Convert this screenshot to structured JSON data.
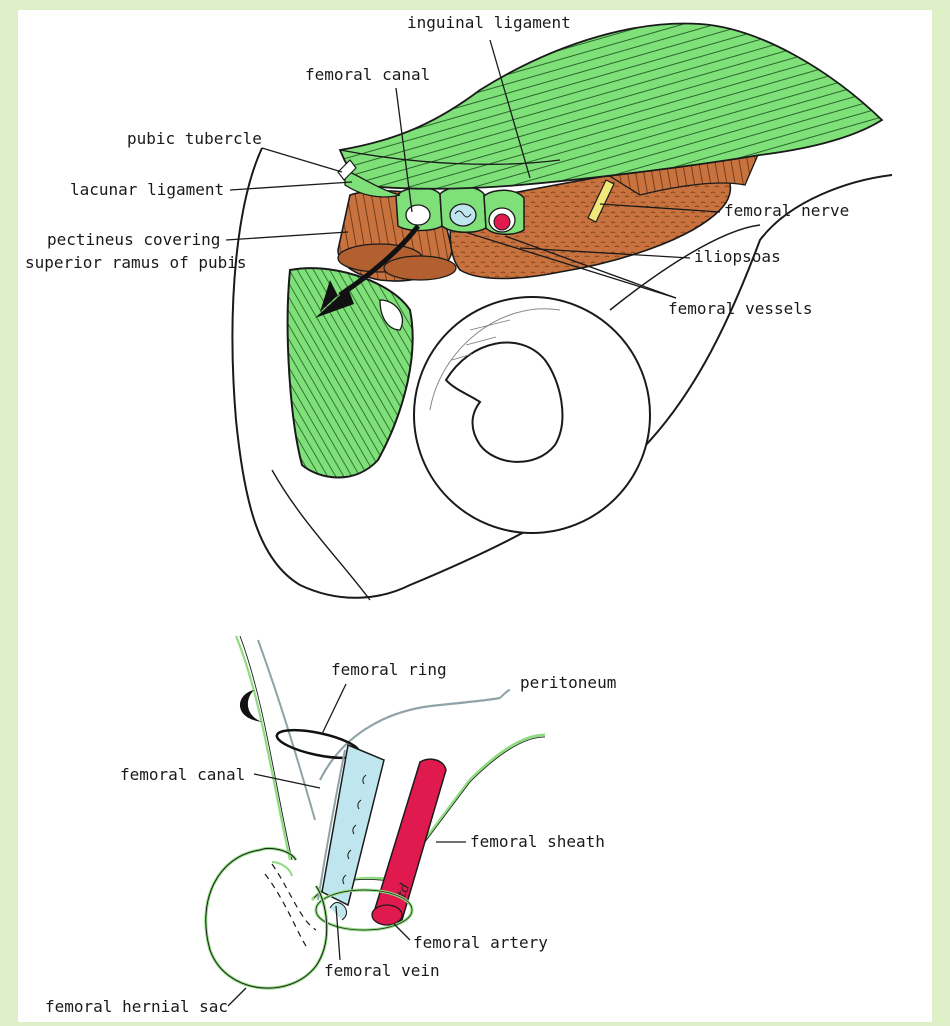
{
  "colors": {
    "page_border": "#dff0c8",
    "muscle_green": "#7fe07a",
    "bone_brown": "#c8733f",
    "vein_blue": "#bfe6ee",
    "artery_red": "#e01a4f",
    "nerve_yellow": "#f2e87a"
  },
  "top_figure": {
    "labels": {
      "inguinal_ligament": "inguinal ligament",
      "femoral_canal": "femoral canal",
      "pubic_tubercle": "pubic tubercle",
      "lacunar_ligament": "lacunar ligament",
      "pectineus_line1": "pectineus covering",
      "pectineus_line2": "superior ramus of pubis",
      "femoral_nerve": "femoral nerve",
      "iliopsoas": "iliopsoas",
      "femoral_vessels": "femoral vessels"
    }
  },
  "bottom_figure": {
    "labels": {
      "femoral_ring": "femoral ring",
      "peritoneum": "peritoneum",
      "femoral_canal": "femoral canal",
      "femoral_sheath": "femoral sheath",
      "femoral_artery": "femoral artery",
      "femoral_vein": "femoral vein",
      "femoral_hernial_sac": "femoral hernial sac"
    },
    "artist_initials": "td"
  }
}
